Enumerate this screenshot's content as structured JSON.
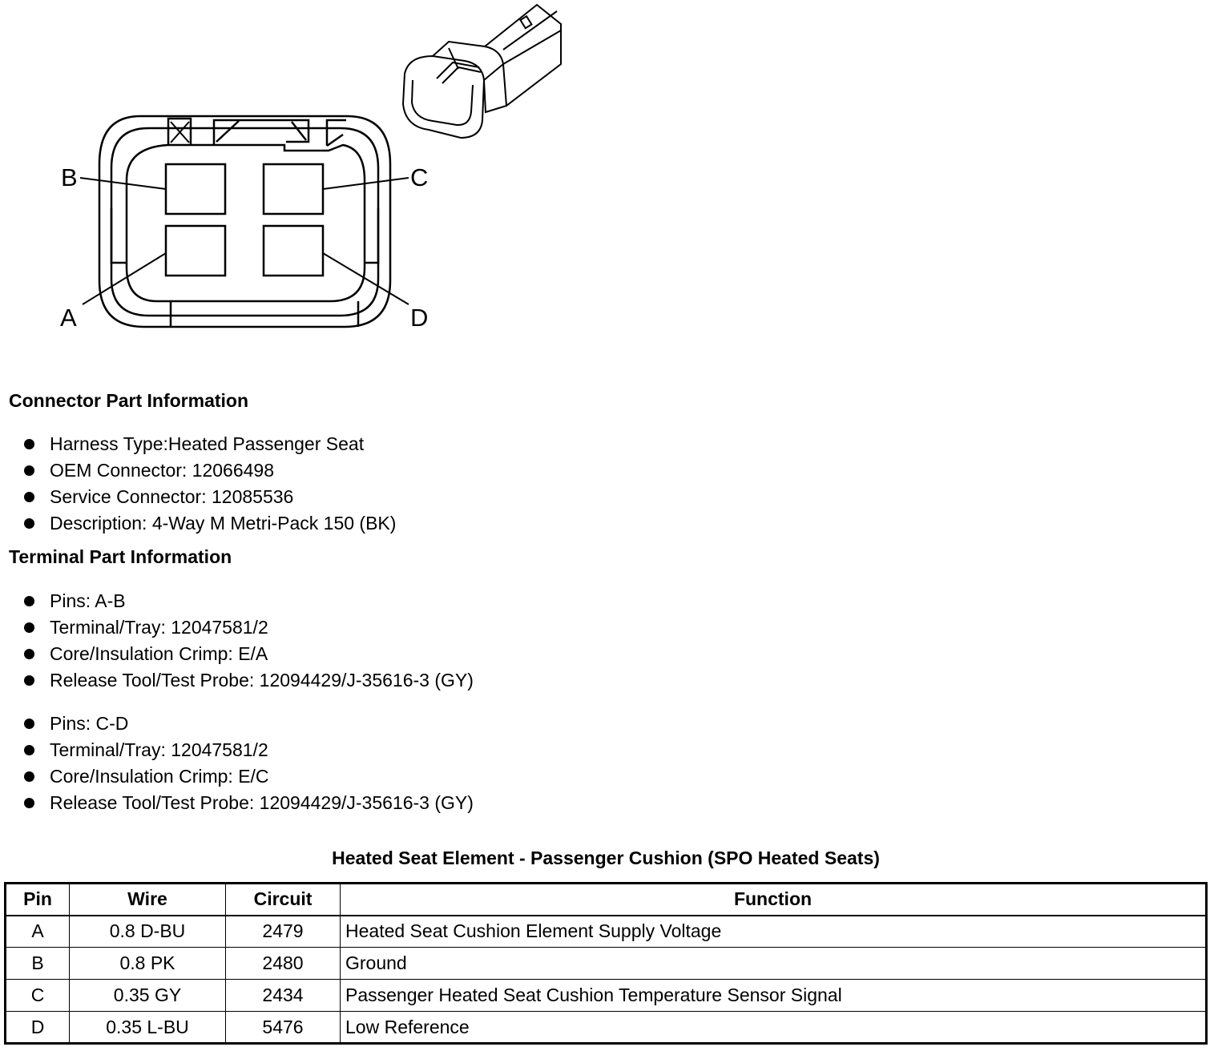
{
  "diagram": {
    "pin_labels": {
      "a": "A",
      "b": "B",
      "c": "C",
      "d": "D"
    }
  },
  "connector_info": {
    "heading": "Connector Part Information",
    "items": [
      "Harness Type:Heated Passenger Seat",
      "OEM Connector: 12066498",
      "Service Connector: 12085536",
      "Description: 4-Way M Metri-Pack 150 (BK)"
    ]
  },
  "terminal_info": {
    "heading": "Terminal Part Information",
    "groups": [
      [
        "Pins: A-B",
        "Terminal/Tray: 12047581/2",
        "Core/Insulation Crimp: E/A",
        "Release Tool/Test Probe: 12094429/J-35616-3 (GY)"
      ],
      [
        "Pins: C-D",
        "Terminal/Tray: 12047581/2",
        "Core/Insulation Crimp: E/C",
        "Release Tool/Test Probe: 12094429/J-35616-3 (GY)"
      ]
    ]
  },
  "table": {
    "title": "Heated Seat Element - Passenger Cushion (SPO Heated Seats)",
    "headers": [
      "Pin",
      "Wire",
      "Circuit",
      "Function"
    ],
    "rows": [
      [
        "A",
        "0.8 D-BU",
        "2479",
        "Heated Seat Cushion Element Supply Voltage"
      ],
      [
        "B",
        "0.8 PK",
        "2480",
        "Ground"
      ],
      [
        "C",
        "0.35 GY",
        "2434",
        "Passenger Heated Seat Cushion Temperature Sensor Signal"
      ],
      [
        "D",
        "0.35 L-BU",
        "5476",
        "Low Reference"
      ]
    ]
  }
}
